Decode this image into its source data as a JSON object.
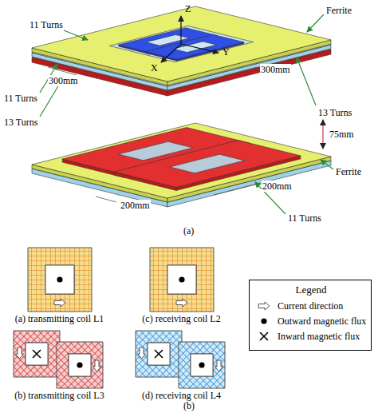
{
  "diagram": {
    "nodes": [
      {
        "text": [
          "(a) transmitting coil L1"
        ]
      },
      {
        "text": [
          "(c) receiving coil L2"
        ]
      },
      {
        "text": [
          "(b) transmitting coil L3"
        ]
      },
      {
        "text": [
          "(d) receiving coil L4"
        ]
      }
    ],
    "labels": [
      "Ferrite",
      "11 Turns",
      "Z",
      "X",
      "Y",
      "300mm",
      "11 Turns",
      "300mm",
      "13 Turns",
      "13 Turns",
      "75mm",
      "200mm",
      "200mm",
      "Ferrite",
      "11 Turns",
      "(a)",
      "(b)",
      "Legend"
    ],
    "legend": [
      {
        "text": "Current direction"
      },
      {
        "text": "Outward magnetic flux"
      },
      {
        "text": "Inward magnetic flux"
      }
    ]
  }
}
